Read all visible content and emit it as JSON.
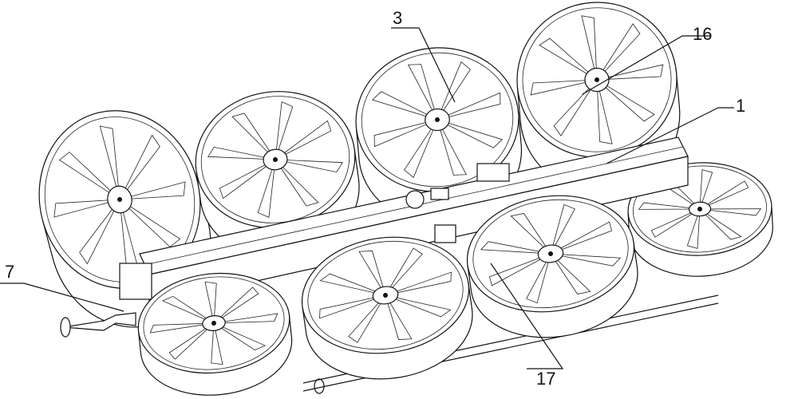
{
  "figure": {
    "reference_labels": [
      {
        "id": "label-3",
        "text": "3"
      },
      {
        "id": "label-16",
        "text": "16"
      },
      {
        "id": "label-1",
        "text": "1"
      },
      {
        "id": "label-7",
        "text": "7"
      },
      {
        "id": "label-17",
        "text": "17"
      }
    ],
    "fan_count": 8
  }
}
